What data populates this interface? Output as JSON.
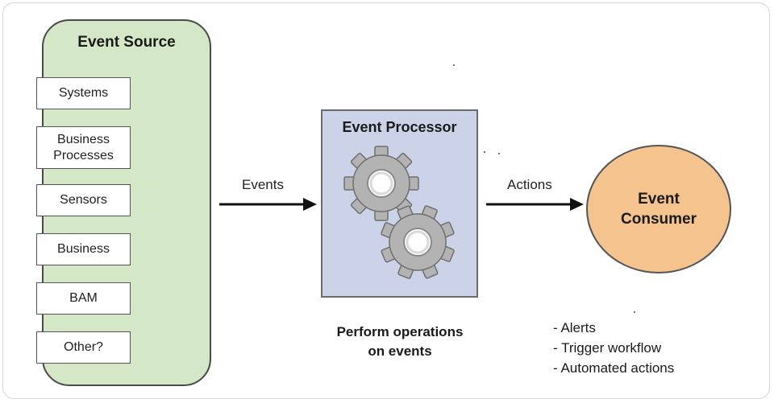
{
  "event_source": {
    "title": "Event Source",
    "items": [
      "Systems",
      "Business\nProcesses",
      "Sensors",
      "Business",
      "BAM",
      "Other?"
    ]
  },
  "events_label": "Events",
  "event_processor": {
    "title": "Event Processor",
    "caption": "Perform operations\non events"
  },
  "actions_label": "Actions",
  "event_consumer": {
    "title": "Event Consumer",
    "actions": [
      "- Alerts",
      "- Trigger workflow",
      "- Automated actions"
    ]
  },
  "colors": {
    "source_fill": "#d4e8c8",
    "processor_fill": "#ccd3e8",
    "consumer_fill": "#f5c48e",
    "gear_fill": "#b3b3b3"
  },
  "icons": [
    "gear-icon",
    "arrow-right-icon"
  ]
}
